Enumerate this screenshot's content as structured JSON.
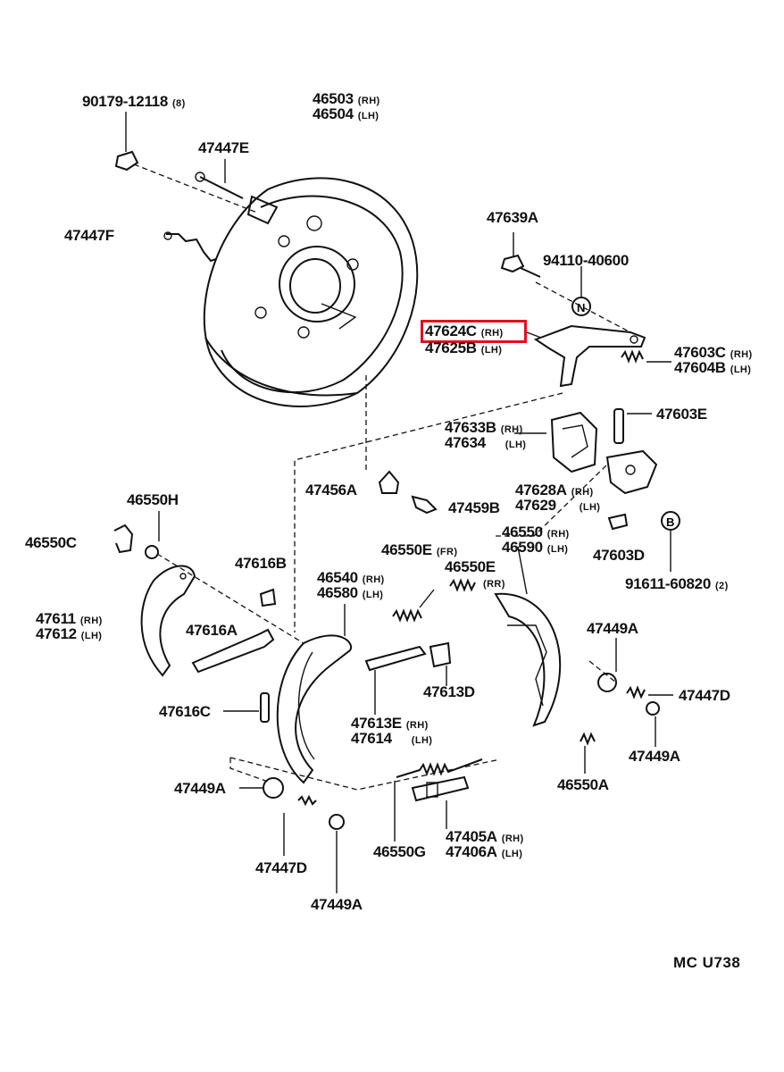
{
  "highlight_color": "#e0101c",
  "labels": [
    {
      "id": "l1",
      "num": "90179-12118",
      "side": "(8)"
    },
    {
      "id": "l2",
      "num": "46503",
      "side": "(RH)"
    },
    {
      "id": "l3",
      "num": "46504",
      "side": "(LH)"
    },
    {
      "id": "l4",
      "num": "47447E",
      "side": ""
    },
    {
      "id": "l5",
      "num": "47447F",
      "side": ""
    },
    {
      "id": "l6",
      "num": "47639A",
      "side": ""
    },
    {
      "id": "l7",
      "num": "94110-40600",
      "side": ""
    },
    {
      "id": "l8",
      "num": "47624C",
      "side": "(RH)"
    },
    {
      "id": "l9",
      "num": "47625B",
      "side": "(LH)"
    },
    {
      "id": "l10",
      "num": "47603C",
      "side": "(RH)"
    },
    {
      "id": "l11",
      "num": "47604B",
      "side": "(LH)"
    },
    {
      "id": "l12",
      "num": "47633B",
      "side": "(RH)"
    },
    {
      "id": "l13",
      "num": "47634",
      "side": "(LH)"
    },
    {
      "id": "l14",
      "num": "47603E",
      "side": ""
    },
    {
      "id": "l15",
      "num": "47456A",
      "side": ""
    },
    {
      "id": "l16",
      "num": "47459B",
      "side": ""
    },
    {
      "id": "l17",
      "num": "47628A",
      "side": "(RH)"
    },
    {
      "id": "l18",
      "num": "47629",
      "side": "(LH)"
    },
    {
      "id": "l19",
      "num": "46550H",
      "side": ""
    },
    {
      "id": "l20",
      "num": "46550C",
      "side": ""
    },
    {
      "id": "l21",
      "num": "46550E",
      "side": "(FR)"
    },
    {
      "id": "l22",
      "num": "46550",
      "side": "(RH)"
    },
    {
      "id": "l23",
      "num": "46590",
      "side": "(LH)"
    },
    {
      "id": "l24",
      "num": "47603D",
      "side": ""
    },
    {
      "id": "l25",
      "num": "47616B",
      "side": ""
    },
    {
      "id": "l26",
      "num": "46540",
      "side": "(RH)"
    },
    {
      "id": "l27",
      "num": "46580",
      "side": "(LH)"
    },
    {
      "id": "l28",
      "num": "46550E",
      "side": ""
    },
    {
      "id": "l29",
      "num": "",
      "side": "(RR)"
    },
    {
      "id": "l30",
      "num": "91611-60820",
      "side": "(2)"
    },
    {
      "id": "l31",
      "num": "47611",
      "side": "(RH)"
    },
    {
      "id": "l32",
      "num": "47612",
      "side": "(LH)"
    },
    {
      "id": "l33",
      "num": "47616A",
      "side": ""
    },
    {
      "id": "l34",
      "num": "47449A",
      "side": ""
    },
    {
      "id": "l35",
      "num": "47613D",
      "side": ""
    },
    {
      "id": "l36",
      "num": "47447D",
      "side": ""
    },
    {
      "id": "l37",
      "num": "47616C",
      "side": ""
    },
    {
      "id": "l38",
      "num": "47613E",
      "side": "(RH)"
    },
    {
      "id": "l39",
      "num": "47614",
      "side": "(LH)"
    },
    {
      "id": "l40",
      "num": "47449A",
      "side": ""
    },
    {
      "id": "l41",
      "num": "46550A",
      "side": ""
    },
    {
      "id": "l42",
      "num": "47449A",
      "side": ""
    },
    {
      "id": "l43",
      "num": "47405A",
      "side": "(RH)"
    },
    {
      "id": "l44",
      "num": "47406A",
      "side": "(LH)"
    },
    {
      "id": "l45",
      "num": "46550G",
      "side": ""
    },
    {
      "id": "l46",
      "num": "47447D",
      "side": ""
    },
    {
      "id": "l47",
      "num": "47449A",
      "side": ""
    }
  ],
  "callouts": {
    "n_marker": "N",
    "b_marker": "B"
  },
  "drawing_code": "MC  U738"
}
